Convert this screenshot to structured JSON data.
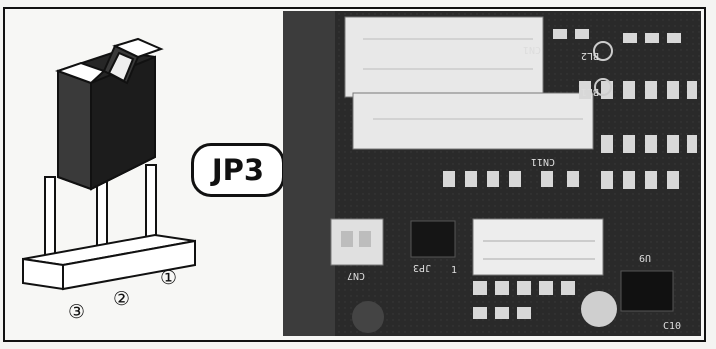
{
  "jumper_label": "JP3",
  "pin_numbers": [
    "①",
    "②",
    "③"
  ],
  "board_silkscreen": {
    "cn7": "CN7",
    "jp3": "JP3",
    "jp3_pin": "1",
    "cn11": "CN11",
    "bl1": "BL1",
    "bl2": "BL2",
    "cn1": "CN1",
    "u9": "U9",
    "c10": "C10"
  }
}
